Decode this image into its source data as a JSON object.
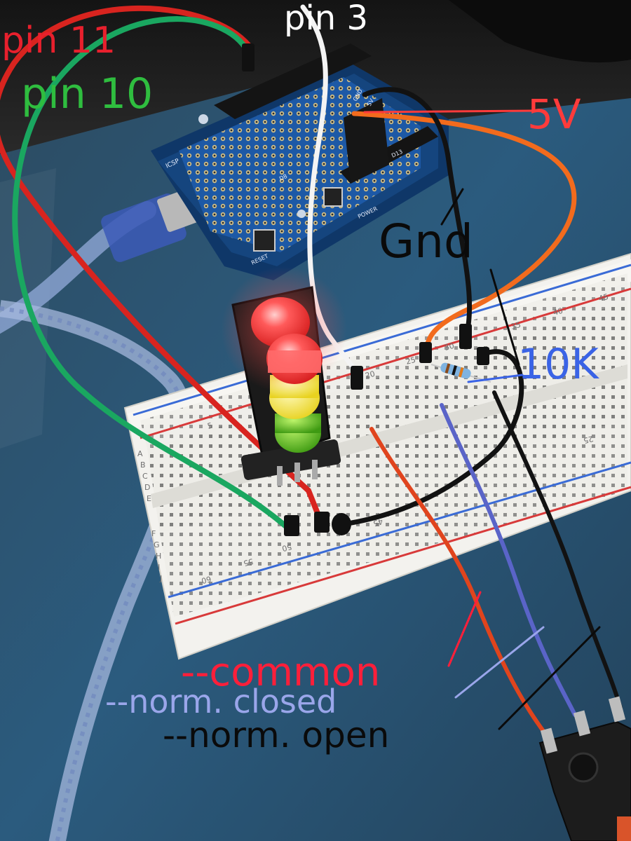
{
  "labels": {
    "pin11": "pin 11",
    "pin10": "pin 10",
    "pin3": "pin 3",
    "v5": "5V",
    "gnd": "Gnd",
    "resistor": "10K",
    "common": "--common",
    "norm_closed": "--norm. closed",
    "norm_open": "--norm. open"
  },
  "board_marks": {
    "row_letters": [
      "A",
      "B",
      "C",
      "D",
      "E",
      "F",
      "G",
      "H",
      "I",
      "J"
    ],
    "column_numbers": [
      "5",
      "20",
      "25",
      "30",
      "35",
      "40",
      "45",
      "50",
      "55",
      "60",
      "25",
      "45"
    ],
    "shield_text": [
      "ICSP",
      "RESET",
      "GND",
      "5V",
      "D13",
      "D8",
      "POWER"
    ]
  },
  "colors": {
    "pin11": "#e8202d",
    "pin10": "#2fbd3f",
    "pin3": "#ffffff",
    "v5": "#ff3b3b",
    "gnd": "#0a0a0a",
    "resistor": "#3a63e6",
    "common": "#ff1f3a",
    "norm_closed": "#9aa6ea",
    "norm_open": "#0a0a0a",
    "red_wire": "#d8241f",
    "green_wire": "#1aa760",
    "orange_wire": "#f26b1d",
    "white_wire": "#f2f2f2",
    "black_wire": "#121212",
    "blue_wire": "#5a64c8"
  },
  "icons": [
    "arduino-board-icon",
    "protoshield-icon",
    "breadboard-icon",
    "traffic-light-module-icon",
    "usb-cable-icon",
    "resistor-icon",
    "microswitch-icon"
  ]
}
